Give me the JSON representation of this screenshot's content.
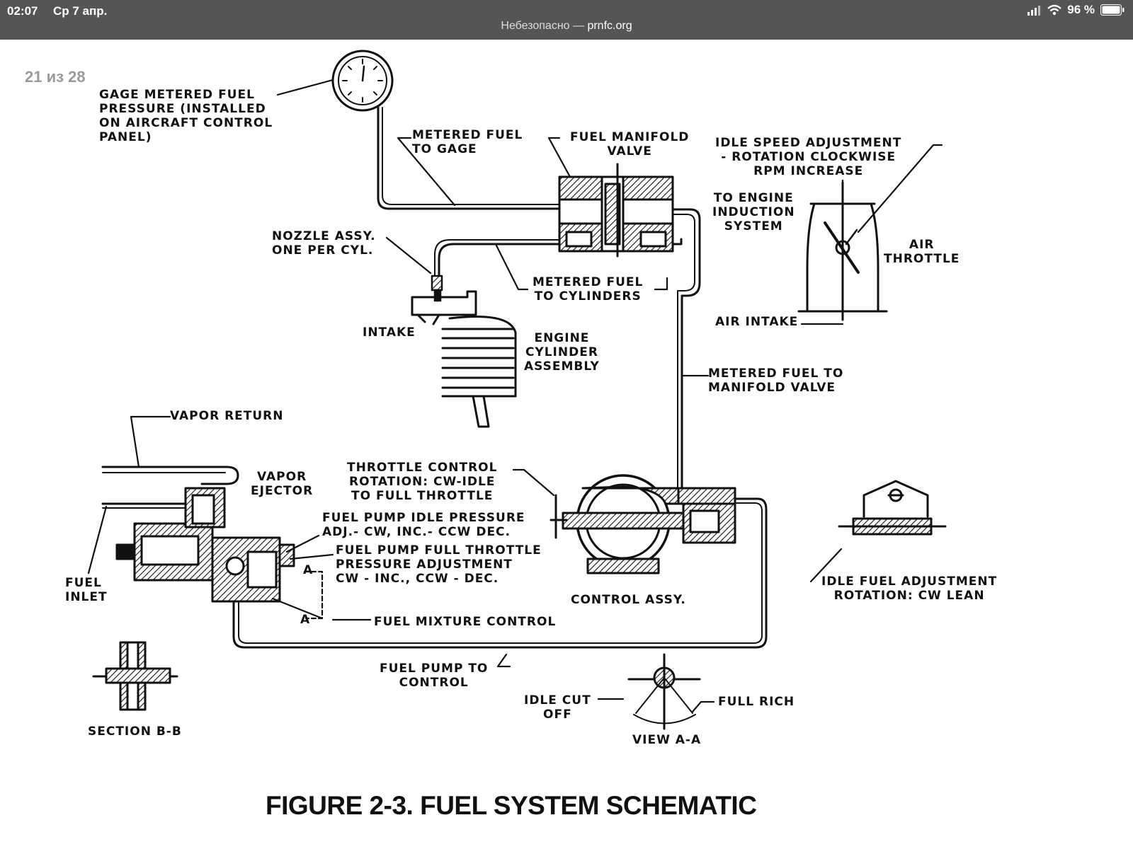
{
  "status_bar": {
    "time": "02:07",
    "date": "Ср 7 апр.",
    "battery": "96 %",
    "icons": [
      "signal-icon",
      "wifi-icon",
      "battery-icon"
    ]
  },
  "browser": {
    "security_label": "Небезопасно —",
    "domain": "prnfc.org"
  },
  "page_counter": "21 из 28",
  "diagram": {
    "labels": {
      "gage": "GAGE METERED FUEL\nPRESSURE (INSTALLED\nON AIRCRAFT CONTROL\nPANEL)",
      "metered_to_gage": "METERED FUEL\nTO GAGE",
      "manifold_valve": "FUEL MANIFOLD\nVALVE",
      "idle_speed": "IDLE SPEED ADJUSTMENT\n- ROTATION CLOCKWISE\nRPM INCREASE",
      "to_engine": "TO ENGINE\nINDUCTION\nSYSTEM",
      "air_throttle": "AIR\nTHROTTLE",
      "nozzle": "NOZZLE ASSY.\nONE PER CYL.",
      "metered_to_cyl": "METERED FUEL\nTO CYLINDERS",
      "air_intake": "AIR INTAKE",
      "intake": "INTAKE",
      "engine_cyl": "ENGINE\nCYLINDER\nASSEMBLY",
      "metered_to_manifold": "METERED FUEL TO\nMANIFOLD VALVE",
      "vapor_return": "VAPOR RETURN",
      "vapor_ejector": "VAPOR\nEJECTOR",
      "throttle_control": "THROTTLE CONTROL\nROTATION: CW-IDLE\nTO FULL THROTTLE",
      "fuel_pump_idle": "FUEL PUMP IDLE PRESSURE\nADJ.- CW, INC.- CCW DEC.",
      "fuel_pump_full": "FUEL PUMP FULL THROTTLE\nPRESSURE ADJUSTMENT\nCW - INC., CCW - DEC.",
      "fuel_inlet": "FUEL\nINLET",
      "control_assy": "CONTROL ASSY.",
      "idle_fuel_adj": "IDLE FUEL ADJUSTMENT\nROTATION: CW LEAN",
      "mixture_control": "FUEL MIXTURE CONTROL",
      "fuel_pump_to_control": "FUEL PUMP TO\nCONTROL",
      "idle_cut_off": "IDLE CUT\nOFF",
      "full_rich": "FULL RICH",
      "section_bb": "SECTION B-B",
      "view_aa": "VIEW A-A",
      "marker_a": "A"
    },
    "caption": "FIGURE 2-3. FUEL SYSTEM SCHEMATIC"
  }
}
